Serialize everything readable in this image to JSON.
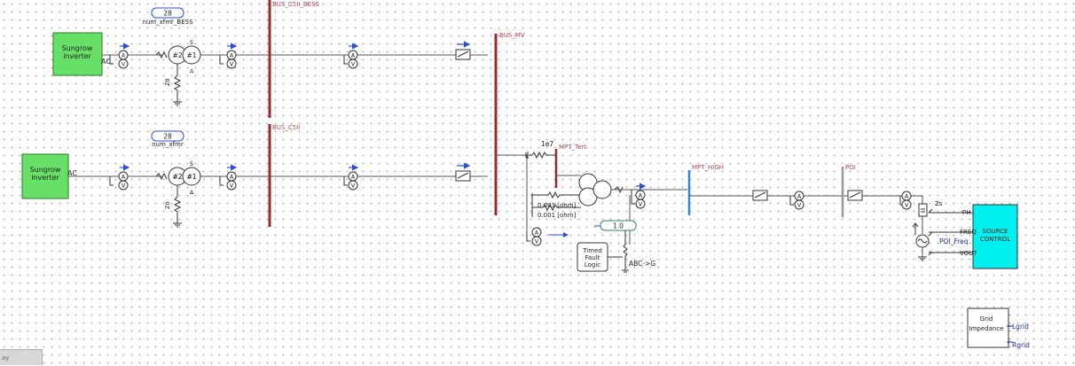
{
  "inverters": [
    {
      "name": "Sungrow\ninverter",
      "terminal": "AC"
    },
    {
      "name": "Sungrow\ninverter",
      "terminal": "AC"
    }
  ],
  "transformers": [
    {
      "param_value": "28",
      "param_name": "num_xfmr_BESS",
      "primary": "#2",
      "secondary": "#1",
      "tap": "5"
    },
    {
      "param_value": "28",
      "param_name": "num_xfmr",
      "primary": "#2",
      "secondary": "#1",
      "tap": "5"
    }
  ],
  "grounding_labels": [
    "Z0",
    "Z0"
  ],
  "buses": {
    "bus_bess": "BUS_C5II_BESS",
    "bus_c5": "BUS_C5II",
    "bus_mv": "BUS_MV",
    "mpt_tert": "MPT_Tert",
    "mpt_high": "MPT_HIGH",
    "poi": "POI"
  },
  "mpt": {
    "tert_resistor": "1e7",
    "res1": "0.001 [ohm]",
    "res2": "0.001 [ohm]",
    "ratio_box": "1.0"
  },
  "fault": {
    "label": "Timed\nFault\nLogic",
    "type": "ABC->G"
  },
  "source_control": {
    "label": "SOURCE\nCONTROL",
    "inputs": [
      "PH",
      "FREQ",
      "VOUT"
    ],
    "freq_signal": "POI_Freq"
  },
  "grid_impedance": {
    "label": "Grid\nImpedance",
    "outputs": [
      "Lgrid",
      "Rgrid"
    ]
  },
  "colors": {
    "inverter": "#66e066",
    "source_control": "#00f0f0",
    "red_bus": "#9b2a2a",
    "mpt_high_bus": "#3a82e0",
    "poi_bus": "#999999",
    "signal": "#2a4fd8"
  },
  "corner_text": "ay"
}
